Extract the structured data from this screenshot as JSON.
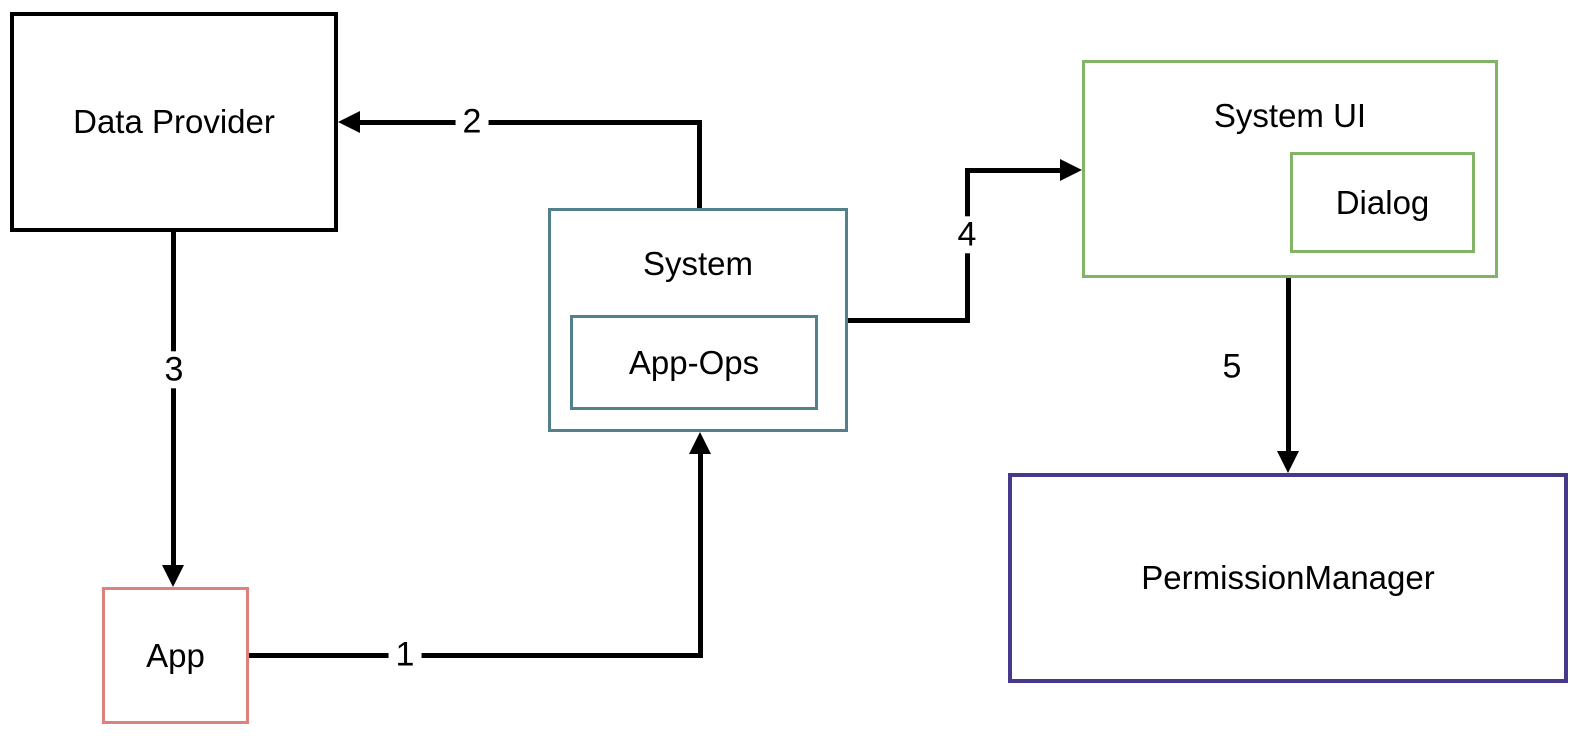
{
  "diagram": {
    "type": "flow-diagram",
    "background_color": "#ffffff",
    "arrow_color": "#000000",
    "text_color": "#000000",
    "nodes": {
      "data_provider": {
        "label": "Data Provider",
        "border_color": "#000000"
      },
      "app": {
        "label": "App",
        "border_color": "#e0807c"
      },
      "system": {
        "label": "System",
        "border_color": "#54808c"
      },
      "app_ops": {
        "label": "App-Ops",
        "border_color": "#54808c",
        "parent": "system"
      },
      "system_ui": {
        "label": "System UI",
        "border_color": "#82b366"
      },
      "dialog": {
        "label": "Dialog",
        "border_color": "#82b366",
        "parent": "system_ui"
      },
      "permission_manager": {
        "label": "PermissionManager",
        "border_color": "#46398c"
      }
    },
    "edges": [
      {
        "label": "1",
        "from": "app",
        "to": "system"
      },
      {
        "label": "2",
        "from": "system",
        "to": "data_provider"
      },
      {
        "label": "3",
        "from": "data_provider",
        "to": "app"
      },
      {
        "label": "4",
        "from": "system",
        "to": "system_ui"
      },
      {
        "label": "5",
        "from": "system_ui",
        "to": "permission_manager"
      }
    ]
  }
}
